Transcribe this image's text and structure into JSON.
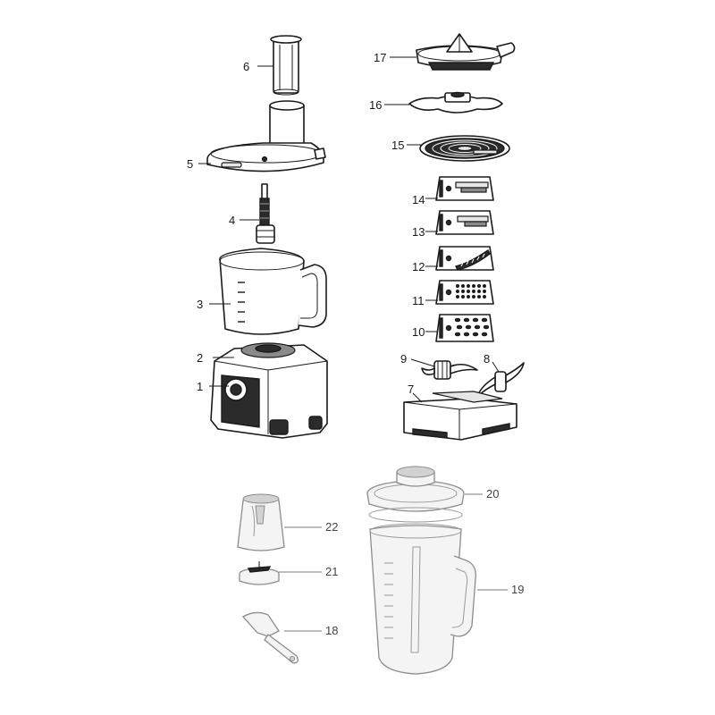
{
  "parts": [
    {
      "id": "p1",
      "label": "1"
    },
    {
      "id": "p2",
      "label": "2"
    },
    {
      "id": "p3",
      "label": "3"
    },
    {
      "id": "p4",
      "label": "4"
    },
    {
      "id": "p5",
      "label": "5"
    },
    {
      "id": "p6",
      "label": "6"
    },
    {
      "id": "p7",
      "label": "7"
    },
    {
      "id": "p8",
      "label": "8"
    },
    {
      "id": "p9",
      "label": "9"
    },
    {
      "id": "p10",
      "label": "10"
    },
    {
      "id": "p11",
      "label": "11"
    },
    {
      "id": "p12",
      "label": "12"
    },
    {
      "id": "p13",
      "label": "13"
    },
    {
      "id": "p14",
      "label": "14"
    },
    {
      "id": "p15",
      "label": "15"
    },
    {
      "id": "p16",
      "label": "16"
    },
    {
      "id": "p17",
      "label": "17"
    },
    {
      "id": "p18",
      "label": "18"
    },
    {
      "id": "p19",
      "label": "19"
    },
    {
      "id": "p20",
      "label": "20"
    },
    {
      "id": "p21",
      "label": "21"
    },
    {
      "id": "p22",
      "label": "22"
    }
  ]
}
